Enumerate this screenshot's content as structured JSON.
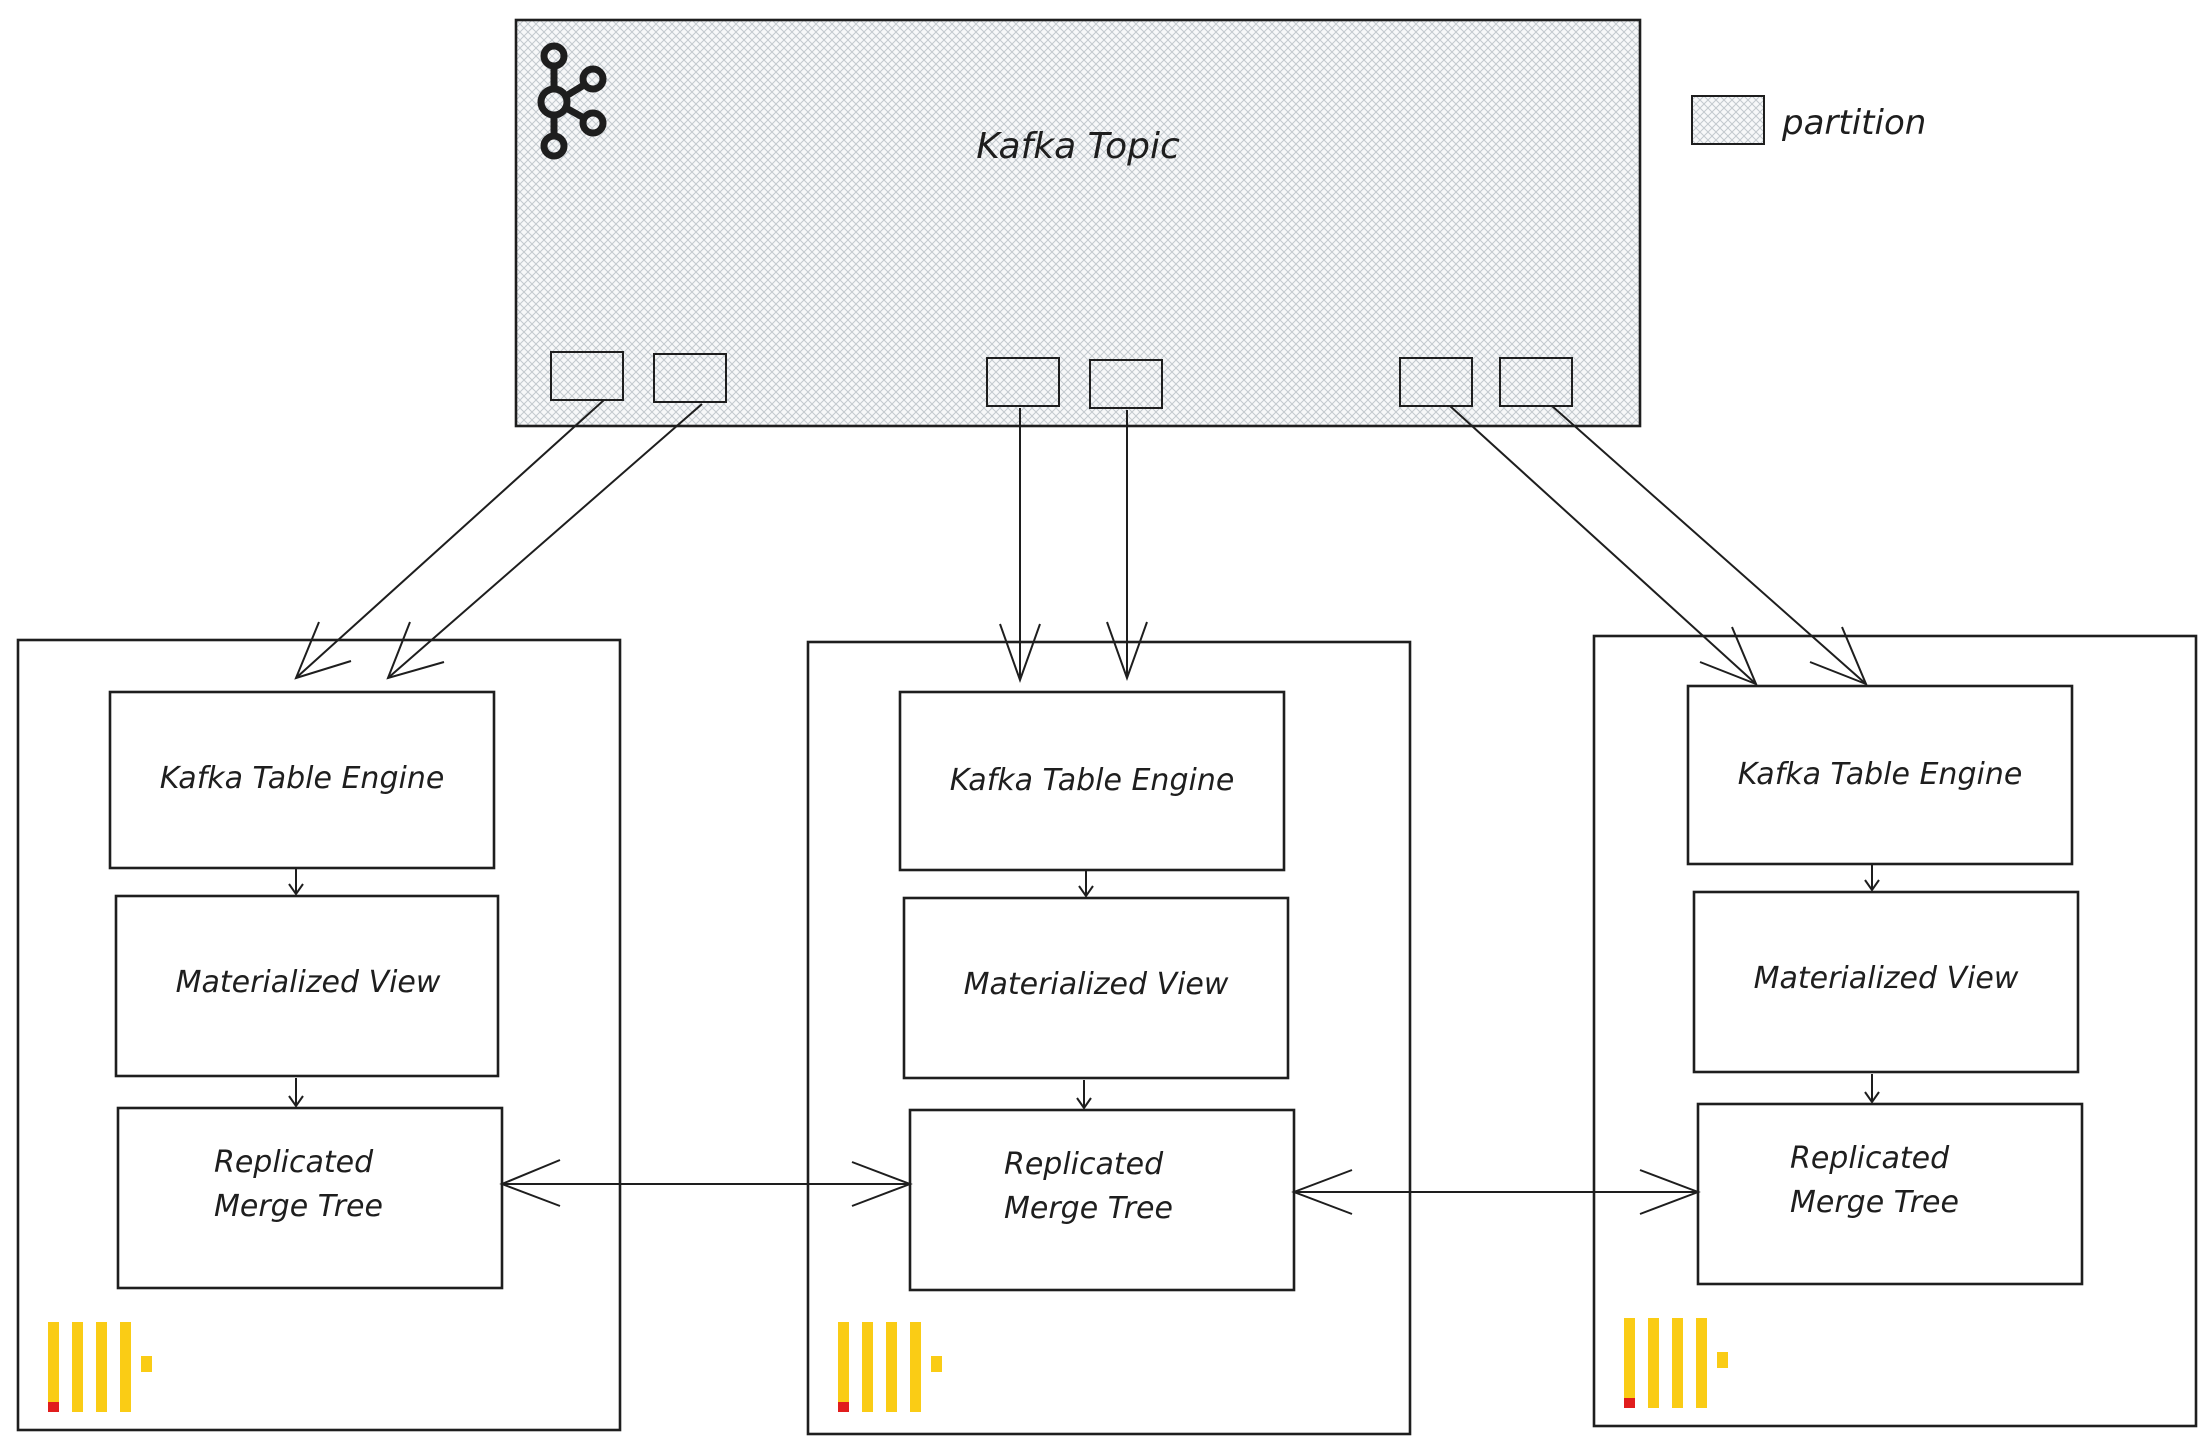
{
  "topic": {
    "title": "Kafka Topic",
    "partition_count": 6,
    "logo_icon": "kafka-logo-icon"
  },
  "legend": {
    "label": "partition"
  },
  "nodes": [
    {
      "engine_label": "Kafka Table Engine",
      "view_label": "Materialized View",
      "tree_label_line1": "Replicated",
      "tree_label_line2": "Merge Tree",
      "logo_icon": "clickhouse-logo-icon"
    },
    {
      "engine_label": "Kafka Table Engine",
      "view_label": "Materialized View",
      "tree_label_line1": "Replicated",
      "tree_label_line2": "Merge Tree",
      "logo_icon": "clickhouse-logo-icon"
    },
    {
      "engine_label": "Kafka Table Engine",
      "view_label": "Materialized View",
      "tree_label_line1": "Replicated",
      "tree_label_line2": "Merge Tree",
      "logo_icon": "clickhouse-logo-icon"
    }
  ],
  "colors": {
    "stroke": "#1e1e1e",
    "hatch": "#cfd4d8",
    "clickhouse_yellow": "#FACC15",
    "clickhouse_red": "#E11D1D"
  }
}
